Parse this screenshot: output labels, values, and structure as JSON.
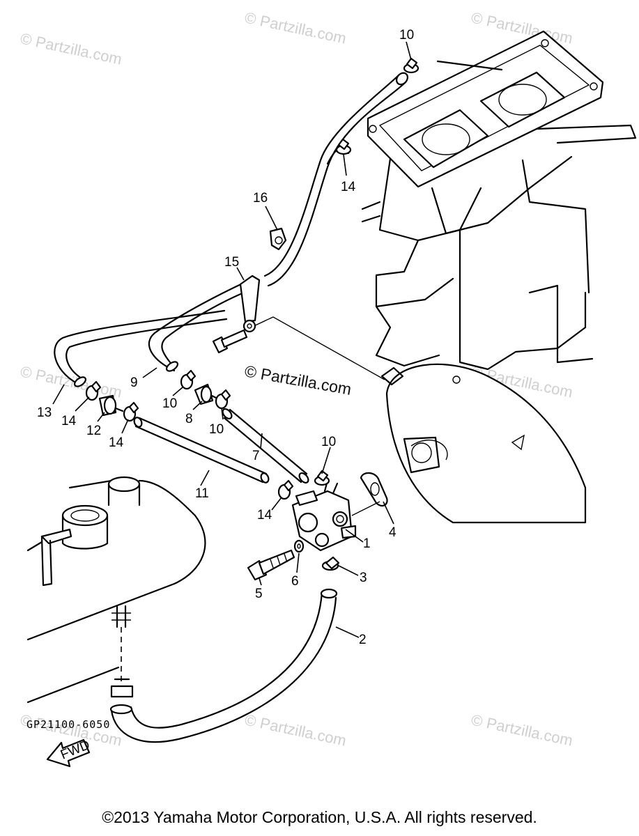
{
  "diagram": {
    "part_code": "GP21100-6050",
    "copyright": "©2013  Yamaha Motor Corporation, U.S.A. All rights reserved.",
    "center_watermark": "© Partzilla.com",
    "repeat_watermark": "© Partzilla.com",
    "fwd_label": "FWD",
    "callouts": [
      "1",
      "2",
      "3",
      "4",
      "5",
      "6",
      "7",
      "8",
      "9",
      "10",
      "10",
      "10",
      "10",
      "11",
      "12",
      "13",
      "14",
      "14",
      "14",
      "14",
      "15",
      "16"
    ]
  }
}
